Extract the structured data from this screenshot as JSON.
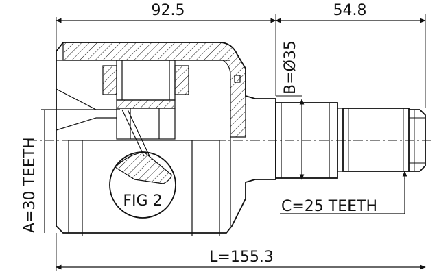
{
  "dimensions": {
    "top_left": "92.5",
    "top_right": "54.8",
    "shaft_diameter": "B=Ø35",
    "overall_length": "L=155.3"
  },
  "labels": {
    "a_teeth": "A=30 TEETH",
    "c_teeth": "C=25 TEETH",
    "figure": "FIG 2"
  },
  "colors": {
    "stroke": "#111111",
    "background": "#ffffff"
  }
}
